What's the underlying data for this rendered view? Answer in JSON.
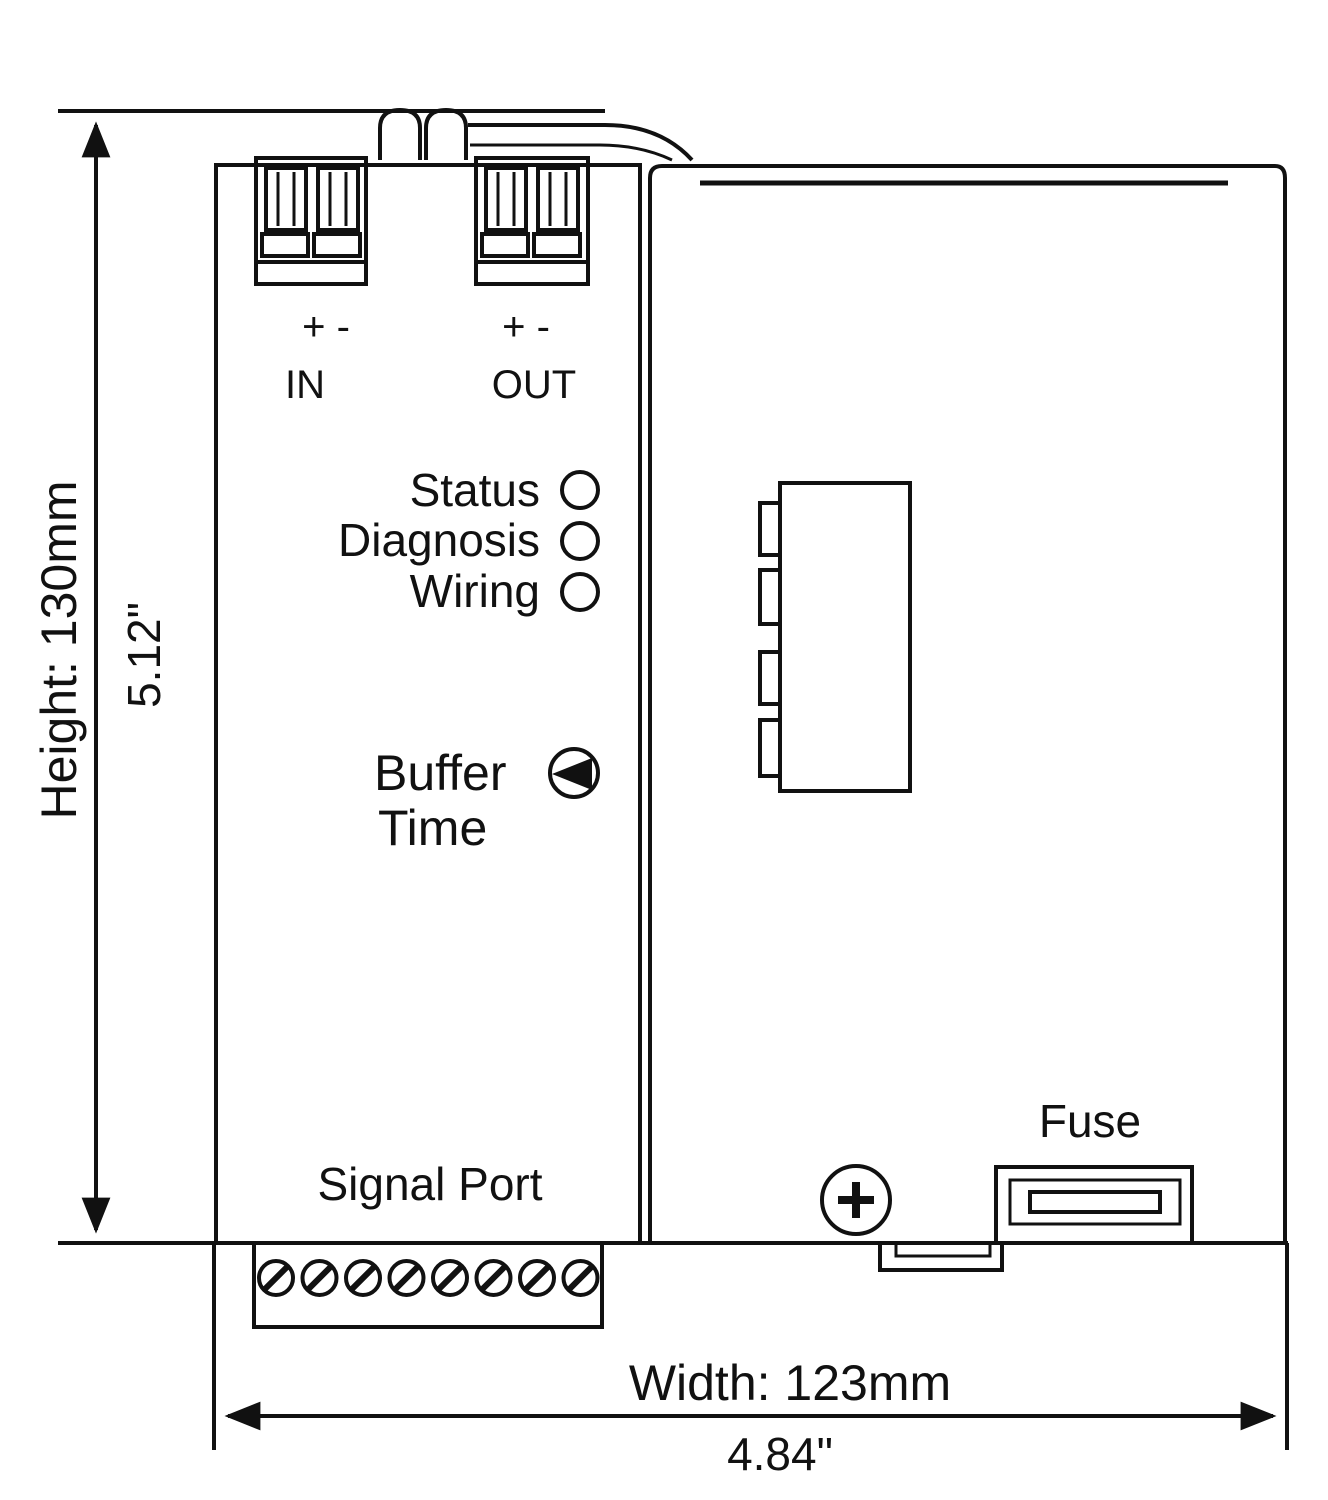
{
  "dimensions": {
    "height_label": "Height: 130mm",
    "height_inch": "5.12\"",
    "width_label": "Width: 123mm",
    "width_inch": "4.84\""
  },
  "terminals": {
    "in_polarity": "+ -",
    "in_label": "IN",
    "out_polarity": "+ -",
    "out_label": "OUT"
  },
  "indicators": [
    {
      "label": "Status"
    },
    {
      "label": "Diagnosis"
    },
    {
      "label": "Wiring"
    }
  ],
  "buffer_time": {
    "line1": "Buffer",
    "line2": "Time"
  },
  "signal_port": {
    "label": "Signal Port",
    "screw_count": 8
  },
  "fuse": {
    "label": "Fuse"
  },
  "colors": {
    "line": "#111111",
    "background": "#ffffff"
  }
}
